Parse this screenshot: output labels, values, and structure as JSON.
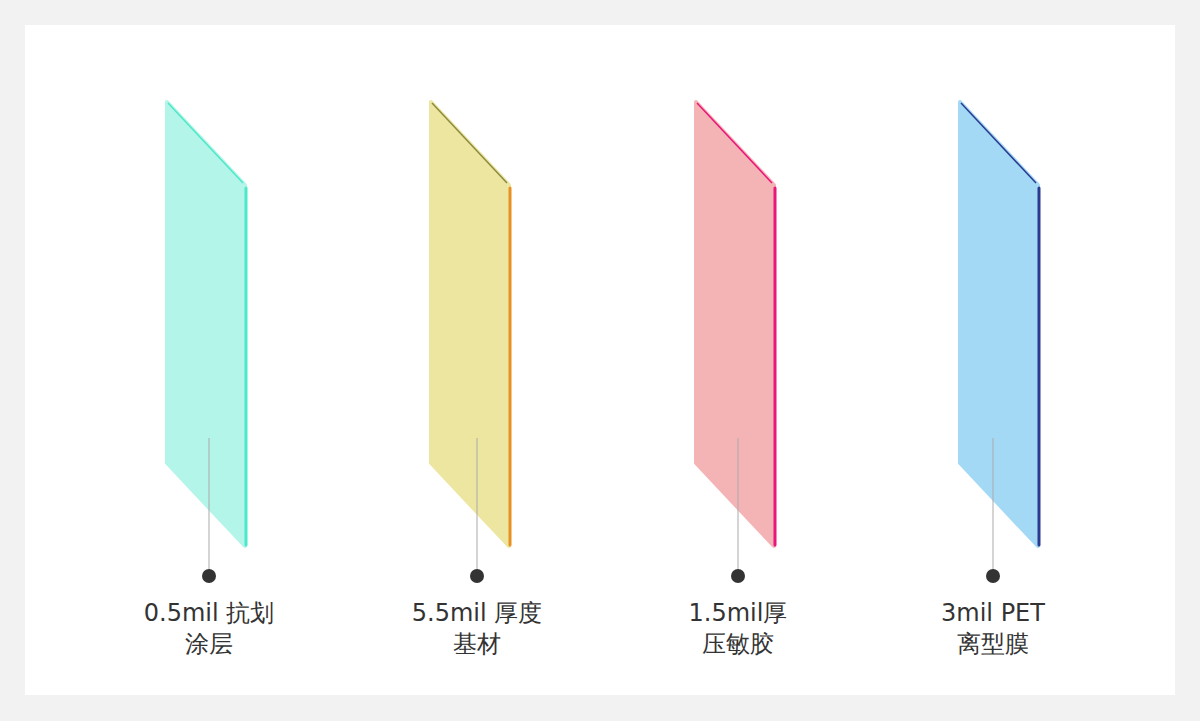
{
  "diagram": {
    "labels": [
      "0.5mil 抗划 涂层",
      "5.5mil 厚度 基材",
      "1.5mil厚 压敏胶",
      "3mil PET 离型膜"
    ]
  }
}
